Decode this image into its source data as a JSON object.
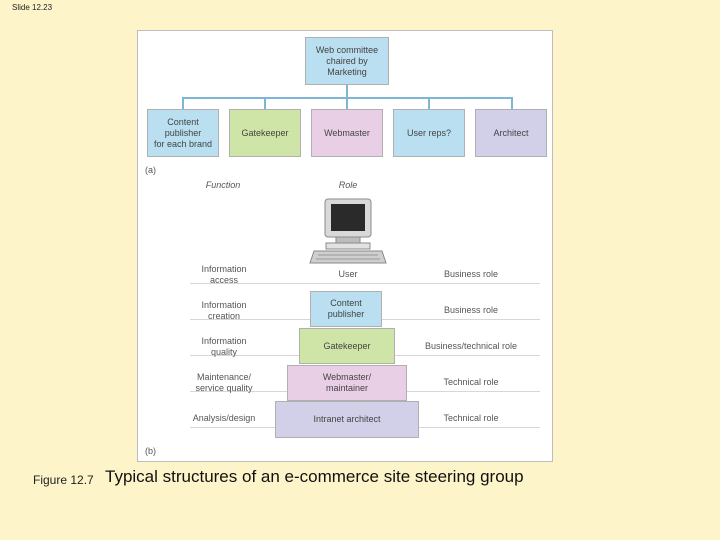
{
  "slide_number": "Slide 12.23",
  "figure_a": {
    "label": "(a)",
    "top_box": "Web committee\nchaired by\nMarketing",
    "children": [
      "Content\npublisher\nfor each brand",
      "Gatekeeper",
      "Webmaster",
      "User reps?",
      "Architect"
    ]
  },
  "figure_b": {
    "label": "(b)",
    "function_header": "Function",
    "role_header": "Role",
    "rows": [
      {
        "function": "Information\naccess",
        "role": "User",
        "type": "Business role"
      },
      {
        "function": "Information\ncreation",
        "role": "Content\npublisher",
        "type": "Business role"
      },
      {
        "function": "Information\nquality",
        "role": "Gatekeeper",
        "type": "Business/technical role"
      },
      {
        "function": "Maintenance/\nservice quality",
        "role": "Webmaster/\nmaintainer",
        "type": "Technical role"
      },
      {
        "function": "Analysis/design",
        "role": "Intranet architect",
        "type": "Technical role"
      }
    ]
  },
  "caption": {
    "number": "Figure 12.7",
    "text": "Typical structures of an e-commerce site steering group"
  },
  "colors": {
    "background": "#fdf5c9",
    "blue": "#b9dff0",
    "green": "#cfe5a7",
    "pink": "#e8cfe6",
    "lavender": "#d2cfe8",
    "connector": "#7eb7d6"
  }
}
